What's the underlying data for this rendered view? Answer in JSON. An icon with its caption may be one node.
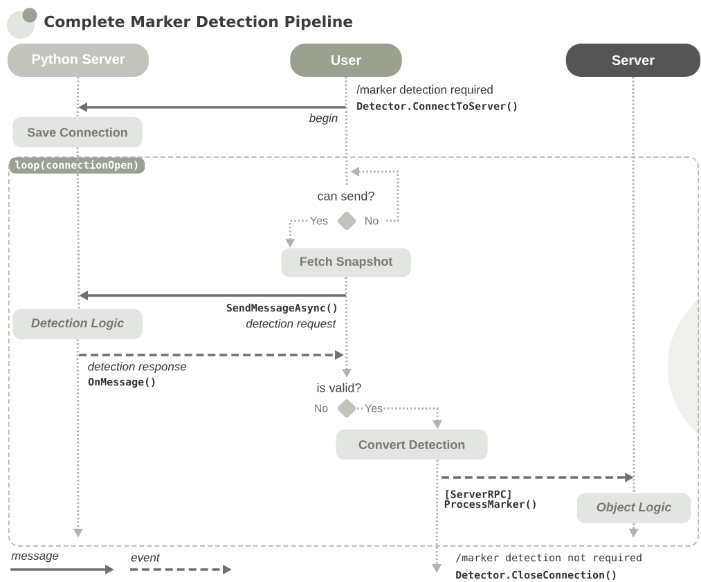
{
  "diagram": {
    "title": "Complete Marker Detection Pipeline",
    "nodes": [
      {
        "text": [
          "Python Server"
        ]
      },
      {
        "text": [
          "User"
        ]
      },
      {
        "text": [
          "Server"
        ]
      },
      {
        "text": [
          "Save Connection"
        ]
      },
      {
        "text": [
          "loop(connectionOpen)"
        ]
      },
      {
        "text": [
          "can send?"
        ],
        "in": 4
      },
      {
        "text": [
          "Fetch Snapshot"
        ],
        "in": 4
      },
      {
        "text": [
          "Detection Logic"
        ],
        "in": 4
      },
      {
        "text": [
          "is valid?"
        ],
        "beside": [
          "No"
        ],
        "in": 4
      },
      {
        "text": [
          "Convert Detection"
        ],
        "in": 4
      },
      {
        "text": [
          "Object Logic"
        ],
        "in": 4
      }
    ],
    "edges": [
      {
        "from": null,
        "to": 3,
        "arrow": "to",
        "label": "begin",
        "color": "#707070"
      },
      {
        "from": 0,
        "to": 3,
        "arrow": "none",
        "style": "dashed"
      },
      {
        "from": 3,
        "to": 7,
        "arrow": "none",
        "style": "dashed"
      },
      {
        "from": 1,
        "to": 5,
        "arrow": "none",
        "style": "dashed"
      },
      {
        "from": 5,
        "to": 5,
        "arrow": "to",
        "label": "No",
        "style": "dashed"
      },
      {
        "from": 5,
        "to": 6,
        "arrow": "to",
        "label": "Yes",
        "style": "dashed"
      },
      {
        "from": null,
        "to": 7,
        "arrow": "to",
        "label": "detection request",
        "color": "#707070"
      },
      {
        "from": 6,
        "to": 8,
        "arrow": "to",
        "style": "dashed"
      },
      {
        "from": 7,
        "to": null,
        "arrow": "to",
        "label": "detection response",
        "style": "dashed",
        "color": "#707070"
      },
      {
        "from": 8,
        "to": 9,
        "arrow": "to",
        "label": "Yes",
        "style": "dashed"
      },
      {
        "from": 9,
        "to": 10,
        "arrow": "to",
        "label": "[ServerRPC] ProcessMarker()",
        "style": "dashed",
        "color": "#707070"
      },
      {
        "from": 2,
        "to": 10,
        "arrow": "none",
        "style": "dashed"
      },
      {
        "from": 7,
        "to": null,
        "arrow": "to",
        "style": "dashed"
      },
      {
        "from": 9,
        "to": null,
        "arrow": "to",
        "style": "dashed"
      },
      {
        "from": 10,
        "to": null,
        "arrow": "to",
        "style": "dashed"
      }
    ],
    "labels": [
      "/marker detection required",
      "Detector.ConnectToServer()",
      "SendMessageAsync()",
      "OnMessage()",
      "/marker detection not required",
      "Detector.CloseConnection()"
    ],
    "legend": [
      {
        "text": "message"
      },
      {
        "text": "event"
      }
    ]
  }
}
